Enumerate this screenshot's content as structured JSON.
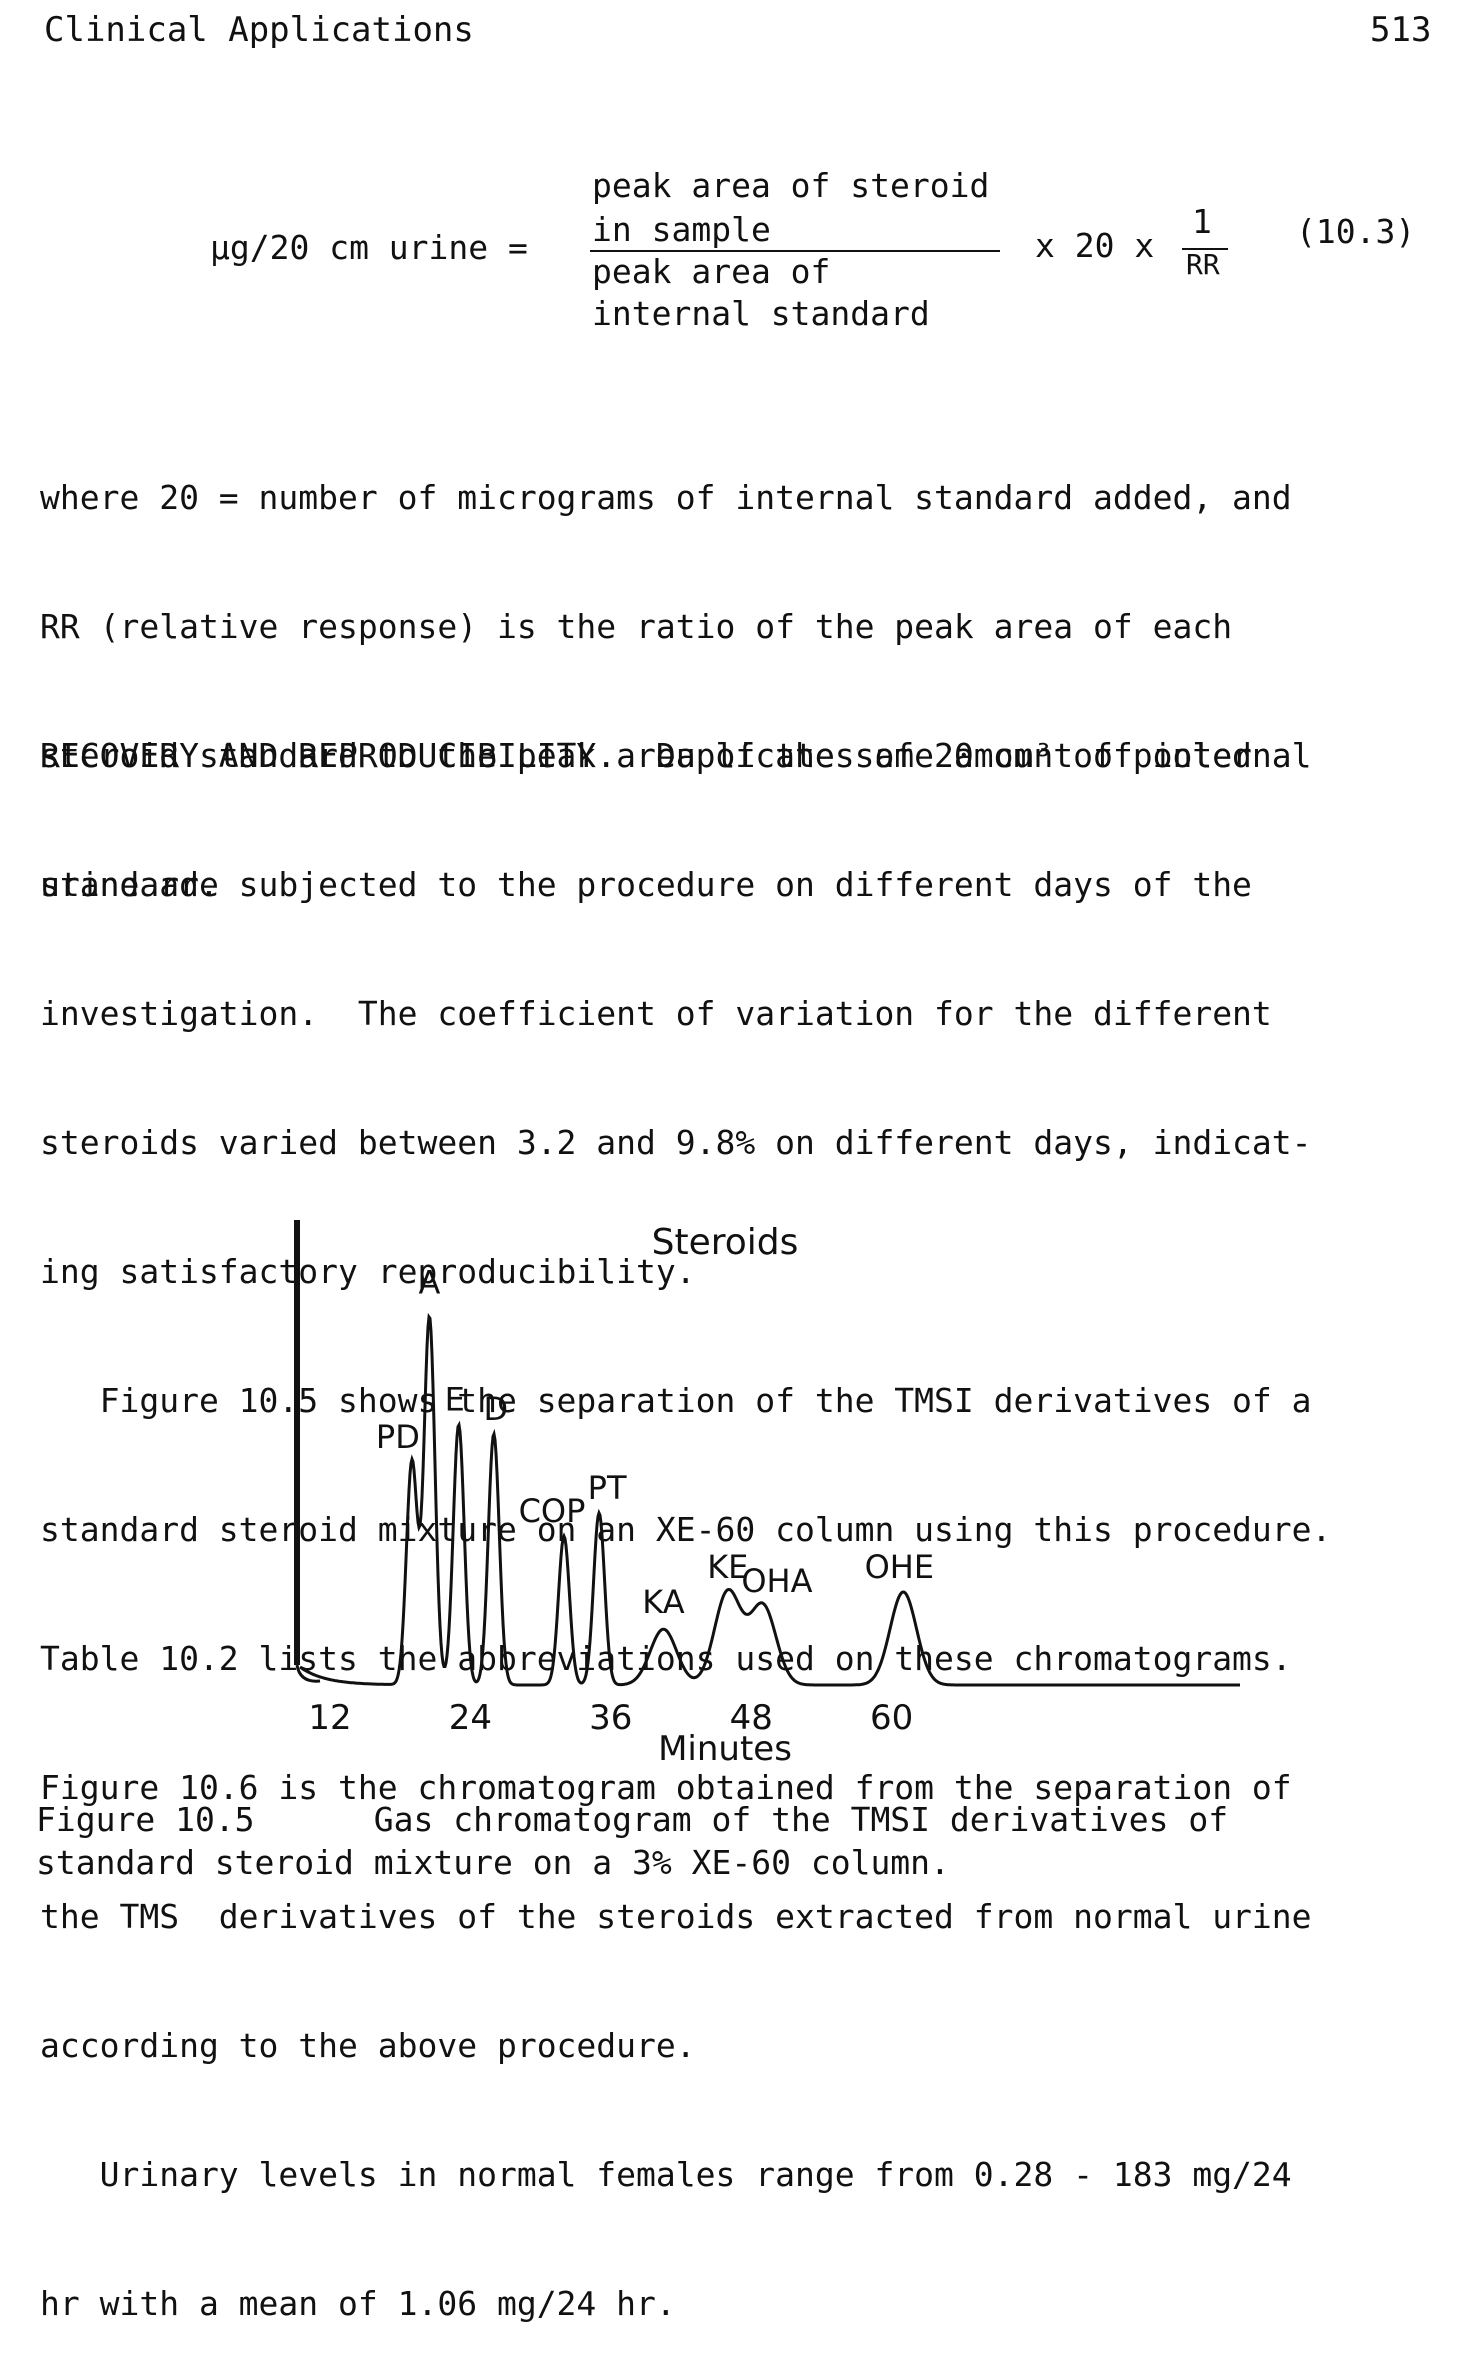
{
  "header": {
    "title": "Clinical Applications",
    "page_number": "513"
  },
  "equation": {
    "lhs": "µg/20 cm  urine =",
    "numerator": [
      "peak area of steroid",
      "in sample"
    ],
    "denominator": [
      "peak area of",
      "internal standard"
    ],
    "factor": "x 20 x",
    "small_num": "1",
    "small_den": "RR",
    "number": "(10.3)"
  },
  "paragraphs": {
    "where_lines": [
      "where 20 = number of micrograms of internal standard added, and",
      "RR (relative response) is the ratio of the peak area of each",
      "steroid standard to the peak area of the same amount of internal",
      "standard."
    ],
    "recovery_lines": [
      "RECOVERY AND REPRODUCIBILITY.  Duplicates of 20 cm³ of pooled",
      "urine are subjected to the procedure on different days of the",
      "investigation.  The coefficient of variation for the different",
      "steroids varied between 3.2 and 9.8% on different days, indicat-",
      "ing satisfactory reproducibility.",
      "   Figure 10.5 shows the separation of the TMSI derivatives of a",
      "standard steroid mixture on an XE-60 column using this procedure.",
      "Table 10.2 lists the abbreviations used on these chromatograms.",
      "Figure 10.6 is the chromatogram obtained from the separation of",
      "the TMS  derivatives of the steroids extracted from normal urine",
      "according to the above procedure.",
      "   Urinary levels in normal females range from 0.28 - 183 mg/24",
      "hr with a mean of 1.06 mg/24 hr."
    ]
  },
  "chart_data": {
    "type": "line",
    "title": "Steroids",
    "xlabel": "Minutes",
    "ylabel": "",
    "x_ticks": [
      "12",
      "24",
      "36",
      "48",
      "60"
    ],
    "peaks": [
      {
        "label": "PD",
        "minutes": 19,
        "relative_height": 0.48
      },
      {
        "label": "A",
        "minutes": 20.5,
        "relative_height": 0.79
      },
      {
        "label": "E",
        "minutes": 23,
        "relative_height": 0.56
      },
      {
        "label": "D",
        "minutes": 26,
        "relative_height": 0.54
      },
      {
        "label": "COP",
        "minutes": 32,
        "relative_height": 0.32
      },
      {
        "label": "PT",
        "minutes": 35,
        "relative_height": 0.37
      },
      {
        "label": "KA",
        "minutes": 40.5,
        "relative_height": 0.12
      },
      {
        "label": "KE",
        "minutes": 46,
        "relative_height": 0.2
      },
      {
        "label": "OHA",
        "minutes": 49,
        "relative_height": 0.17
      },
      {
        "label": "OHE",
        "minutes": 61,
        "relative_height": 0.2
      }
    ],
    "solvent_peak": {
      "minutes": 0,
      "relative_height": 1.0
    }
  },
  "caption": {
    "line1": "Figure 10.5      Gas chromatogram of the TMSI derivatives of",
    "line2": "standard steroid mixture on a 3% XE-60 column."
  }
}
